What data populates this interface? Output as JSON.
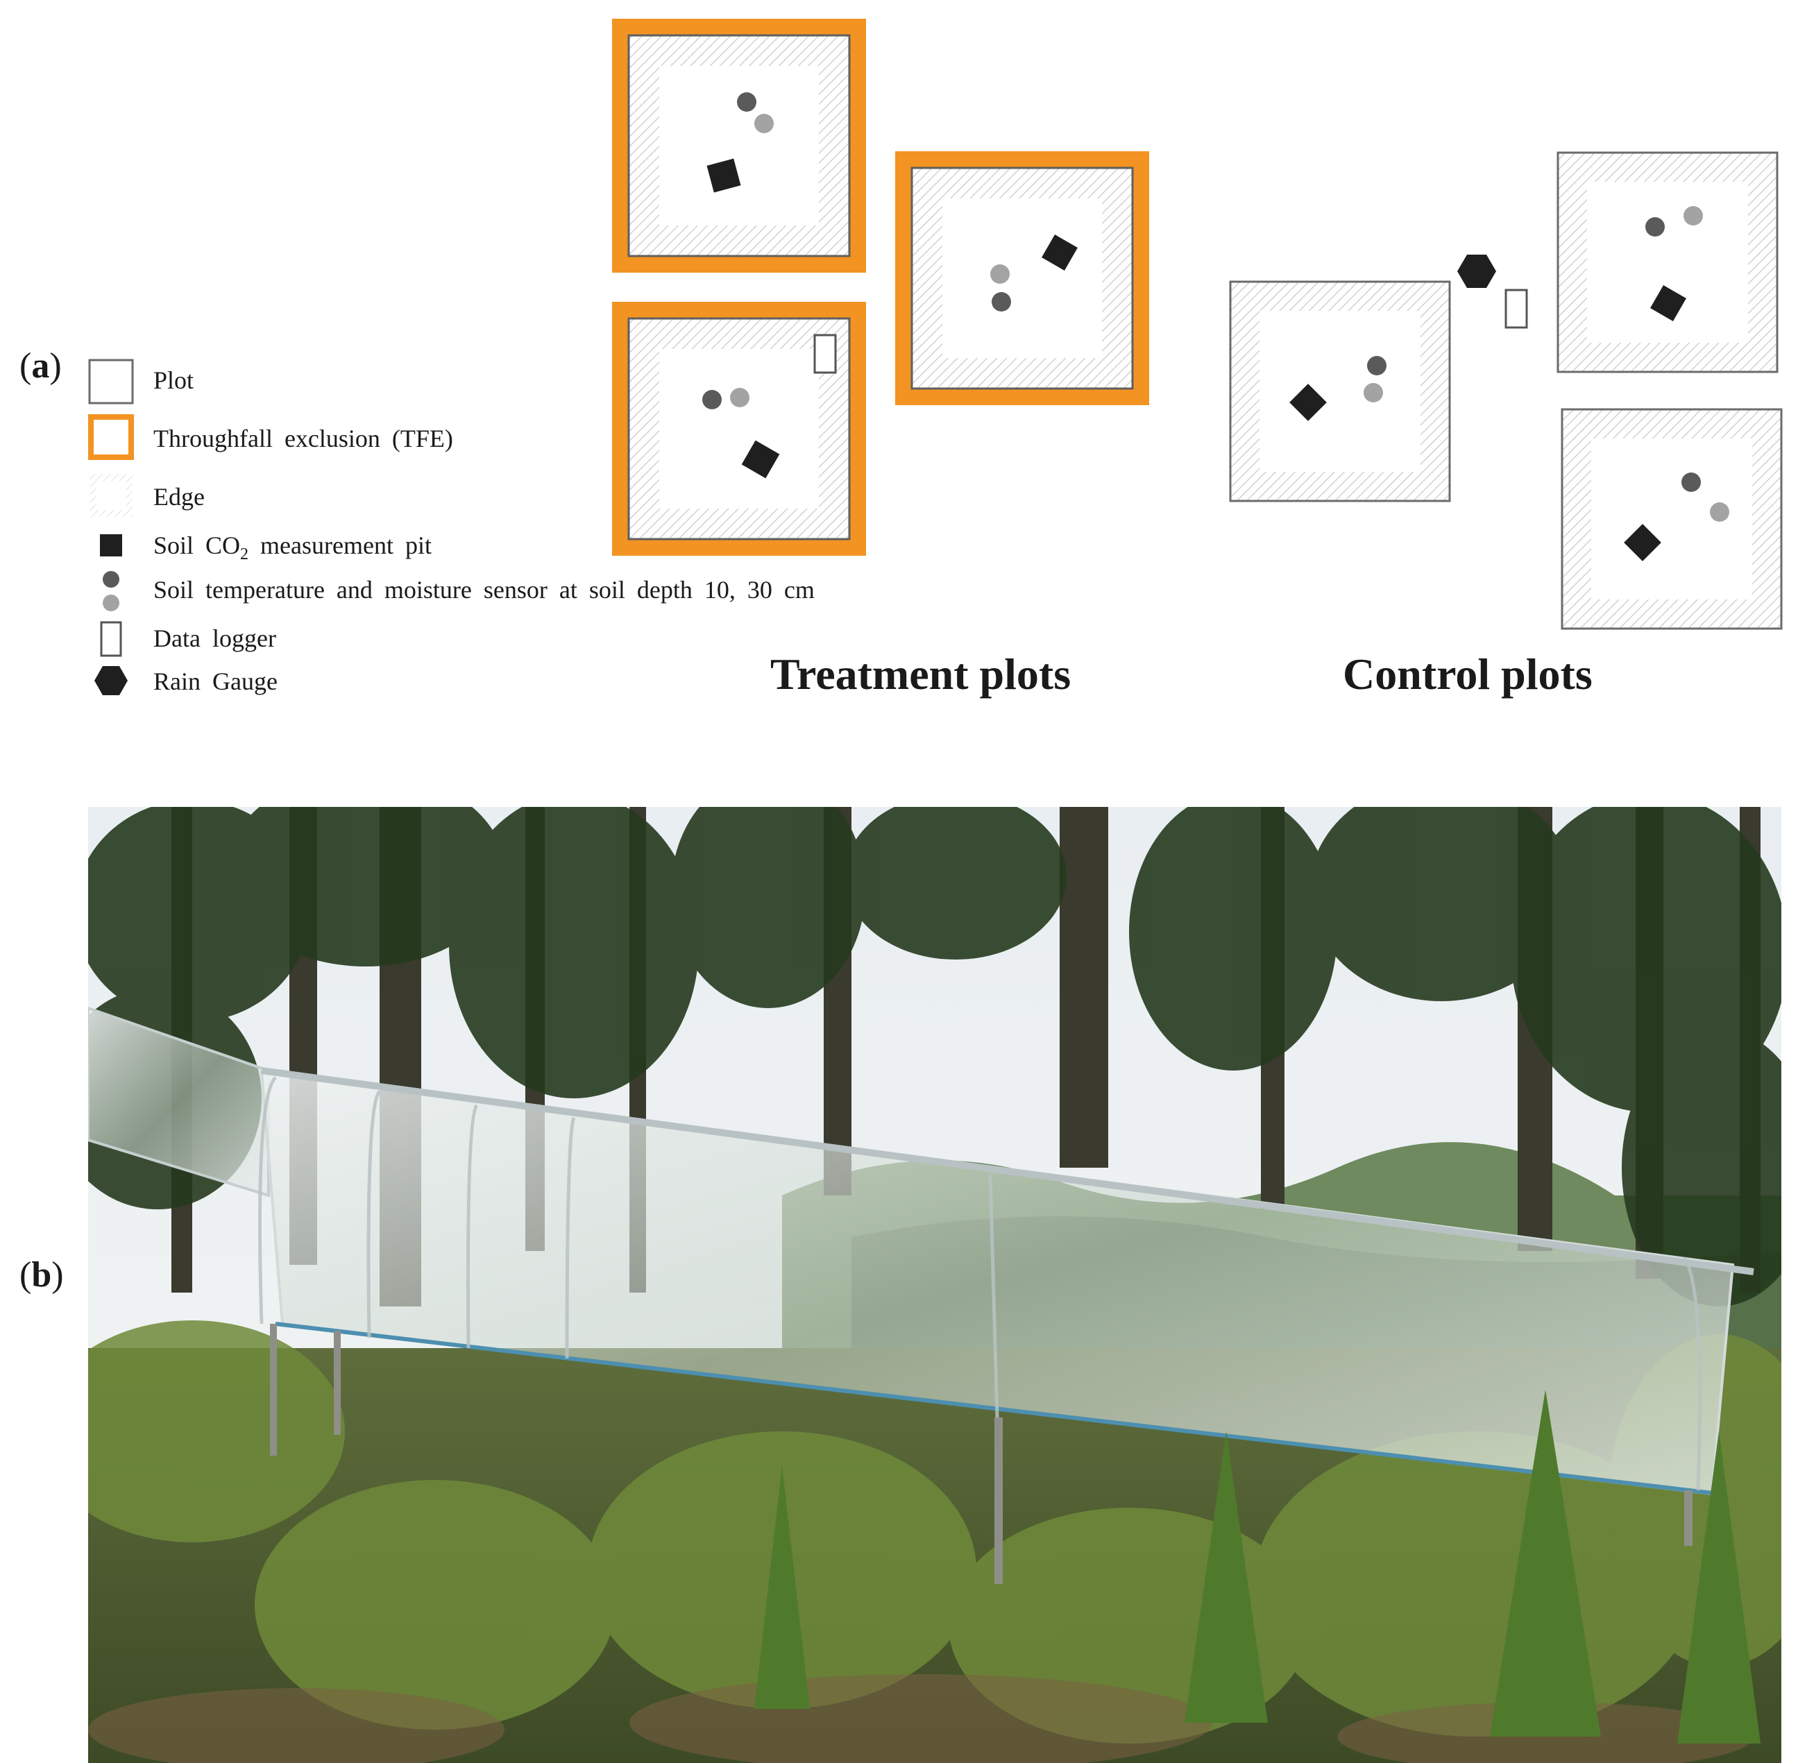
{
  "panels": {
    "a_label": "a",
    "b_label": "b"
  },
  "legend": {
    "plot": "Plot",
    "tfe": "Throughfall  exclusion  (TFE)",
    "edge": "Edge",
    "co2_pre": "Soil  CO",
    "co2_sub": "2",
    "co2_post": " measurement  pit",
    "sensor": "Soil  temperature  and moisture  sensor at soil  depth 10, 30 cm",
    "logger": "Data logger",
    "rain": "Rain  Gauge"
  },
  "groups": {
    "treatment": "Treatment plots",
    "control": "Control plots"
  },
  "colors": {
    "tfe_orange": "#F39322",
    "plot_border": "#6b6b6b",
    "edge_hatch": "#cfcfcf",
    "pit": "#1f1f1f",
    "sensor_10cm": "#5a5a5a",
    "sensor_30cm": "#a3a3a3"
  },
  "photo": {
    "description_icon": "rain-exclusion-shelter-photo"
  }
}
